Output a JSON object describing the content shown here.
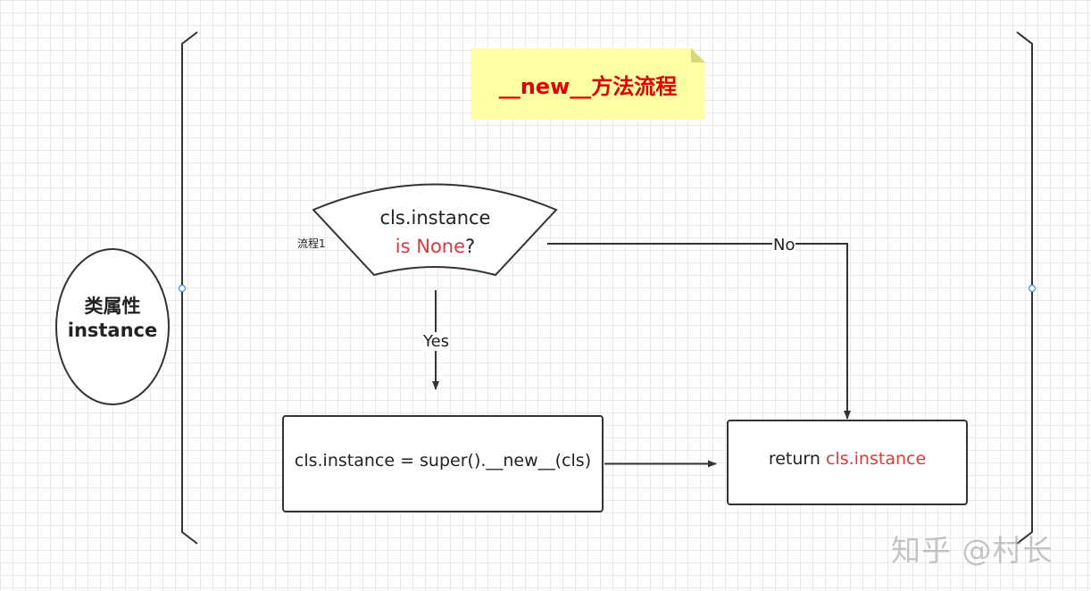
{
  "title": "__new__方法流程",
  "class_attribute": {
    "line1": "类属性",
    "line2": "instance"
  },
  "decision": {
    "line1": "cls.instance",
    "line2_red": "is None",
    "line2_tail": "?"
  },
  "flow_tag": "流程1",
  "edges": {
    "yes": "Yes",
    "no": "No"
  },
  "process": {
    "text": "cls.instance = super().__new__(cls)"
  },
  "return_box": {
    "prefix": "return ",
    "red": "cls.instance"
  },
  "watermark": "知乎 @村长",
  "colors": {
    "note_bg": "#ffffa3",
    "title_red": "#e00000",
    "highlight_red": "#d83b3b",
    "stroke": "#333333"
  }
}
